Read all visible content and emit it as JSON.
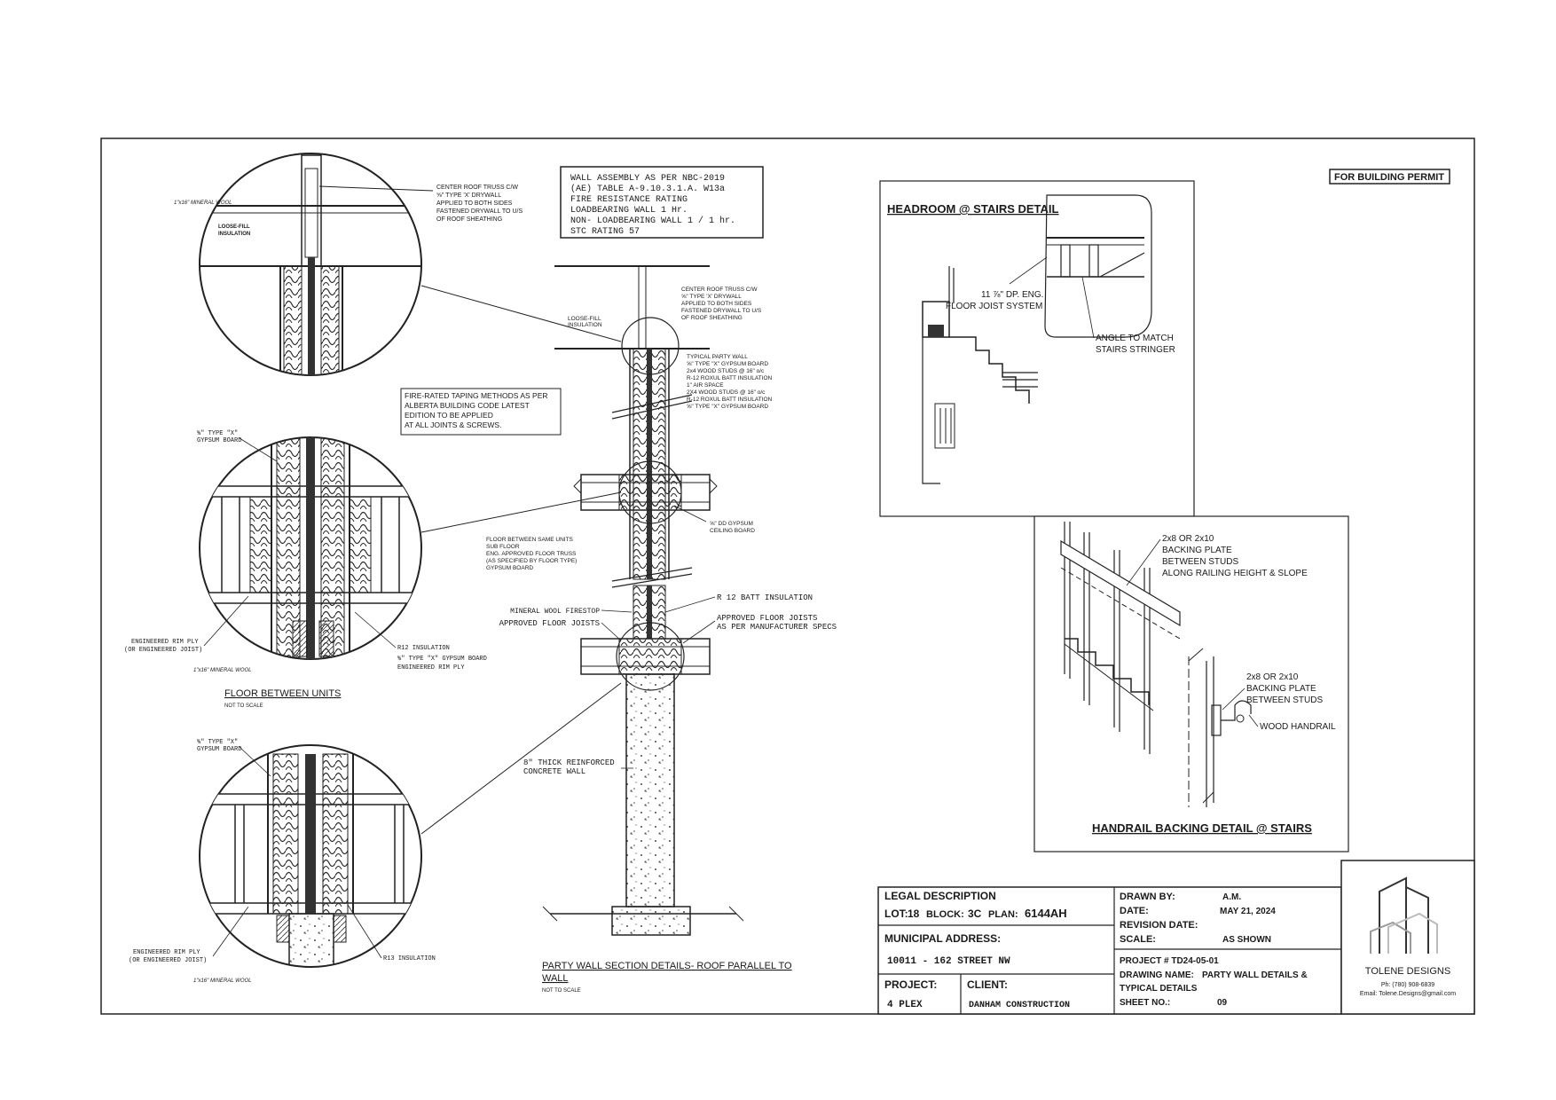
{
  "stamp": "FOR BUILDING PERMIT",
  "wall_assembly_note": {
    "lines": [
      "WALL ASSEMBLY AS PER NBC-2019",
      "(AE) TABLE A-9.10.3.1.A. W13a",
      "FIRE RESISTANCE RATING",
      "LOADBEARING WALL 1 Hr.",
      "NON- LOADBEARING WALL 1 / 1 hr.",
      "STC RATING 57"
    ]
  },
  "fire_taping_note": {
    "lines": [
      "FIRE-RATED TAPING METHODS AS PER",
      "ALBERTA BUILDING CODE LATEST",
      "EDITION TO BE APPLIED",
      "AT ALL JOINTS & SCREWS."
    ]
  },
  "roof_detail": {
    "callout_lines": [
      "CENTER ROOF TRUSS C/W",
      "⅝\" TYPE 'X' DRYWALL",
      "APPLIED TO BOTH SIDES",
      "FASTENED DRYWALL TO U/S",
      "OF ROOF SHEATHING"
    ],
    "insulation_label": [
      "LOOSE-FILL",
      "INSULATION"
    ],
    "top_label": "1\"x16\" MINERAL WOOL"
  },
  "floor_detail": {
    "title": "FLOOR BETWEEN UNITS",
    "subtitle": "NOT TO SCALE",
    "gypsum_label": [
      "⅝\" TYPE \"X\"",
      "GYPSUM BOARD"
    ],
    "rim_label": [
      "ENGINEERED RIM PLY",
      "(OR ENGINEERED JOIST)"
    ],
    "wool_label": "1\"x16\" MINERAL WOOL",
    "r12_label": [
      "R12 INSULATION",
      "⅝\" TYPE \"X\" GYPSUM BOARD",
      "ENGINEERED RIM PLY"
    ]
  },
  "base_detail": {
    "gypsum_label": [
      "⅝\" TYPE \"X\"",
      "GYPSUM BOARD"
    ],
    "rim_label": [
      "ENGINEERED RIM PLY",
      "(OR ENGINEERED JOIST)"
    ],
    "r13_label": "R13 INSULATION",
    "wool_label": "1\"x16\" MINERAL WOOL"
  },
  "section": {
    "title": "PARTY WALL SECTION DETAILS- ROOF PARALLEL TO",
    "title_line2": "WALL",
    "subtitle": "NOT TO SCALE",
    "roof_callout": [
      "CENTER ROOF TRUSS C/W",
      "⅝\" TYPE 'X' DRYWALL",
      "APPLIED TO BOTH SIDES",
      "FASTENED DRYWALL TO U/S",
      "OF ROOF SHEATHING"
    ],
    "loose_fill": [
      "LOOSE-FILL",
      "INSULATION"
    ],
    "typical_wall": [
      "TYPICAL PARTY WALL",
      "⅝\" TYPE \"X\" GYPSUM BOARD",
      "2x4 WOOD STUDS @ 16\" o/c",
      "R-12 ROXUL BATT INSULATION",
      "1\" AIR SPACE",
      "2X4 WOOD STUDS @ 16\" o/c",
      "R-12 ROXUL BATT INSULATION",
      "⅝\" TYPE \"X\" GYPSUM BOARD"
    ],
    "ceiling_board": [
      "⅝\" DD GYPSUM",
      "CEILING BOARD"
    ],
    "floor_note": [
      "FLOOR BETWEEN SAME UNITS",
      "SUB FLOOR",
      "ENG. APPROVED FLOOR TRUSS",
      "(AS SPECIFIED BY FLOOR TYPE)",
      "GYPSUM BOARD"
    ],
    "r12_batt": "R 12 BATT INSULATION",
    "approved_joists": [
      "APPROVED FLOOR JOISTS",
      "AS PER MANUFACTURER SPECS"
    ],
    "firestop": "MINERAL WOOL FIRESTOP",
    "floor_joists": "APPROVED FLOOR JOISTS",
    "concrete": [
      "8\" THICK REINFORCED",
      "CONCRETE WALL"
    ]
  },
  "headroom": {
    "title": "HEADROOM @ STAIRS DETAIL",
    "joist_label": [
      "11 ⅞\" DP. ENG.",
      "FLOOR JOIST SYSTEM"
    ],
    "angle_label": [
      "ANGLE TO MATCH",
      "STAIRS STRINGER"
    ]
  },
  "handrail": {
    "title": "HANDRAIL BACKING DETAIL @ STAIRS",
    "backing_top": [
      "2x8 OR 2x10",
      "BACKING PLATE",
      "BETWEEN STUDS",
      "ALONG RAILING HEIGHT & SLOPE"
    ],
    "backing_side": [
      "2x8 OR 2x10",
      "BACKING PLATE",
      "BETWEEN STUDS"
    ],
    "wood_handrail": "WOOD HANDRAIL"
  },
  "title_block": {
    "legal_heading": "LEGAL DESCRIPTION",
    "lot_label": "LOT:",
    "lot": "18",
    "block_label": "BLOCK:",
    "block": "3C",
    "plan_label": "PLAN:",
    "plan": "6144AH",
    "municipal_heading": "MUNICIPAL ADDRESS:",
    "address": "10011 - 162 STREET NW",
    "project_label": "PROJECT:",
    "project": "4 PLEX",
    "client_label": "CLIENT:",
    "client": "DANHAM CONSTRUCTION",
    "drawn_by_label": "DRAWN BY:",
    "drawn_by": "A.M.",
    "date_label": "DATE:",
    "date": "MAY 21, 2024",
    "revision_label": "REVISION DATE:",
    "revision": "",
    "scale_label": "SCALE:",
    "scale": "AS SHOWN",
    "project_no": "PROJECT # TD24-05-01",
    "drawing_name_label": "DRAWING NAME:",
    "drawing_name": "PARTY WALL DETAILS &",
    "drawing_name_line2": "TYPICAL DETAILS",
    "sheet_label": "SHEET NO.:",
    "sheet": "09",
    "firm": "TOLENE DESIGNS",
    "firm_phone": "Ph: (780) 908-6839",
    "firm_email": "Email: Tolene.Designs@gmail.com"
  }
}
